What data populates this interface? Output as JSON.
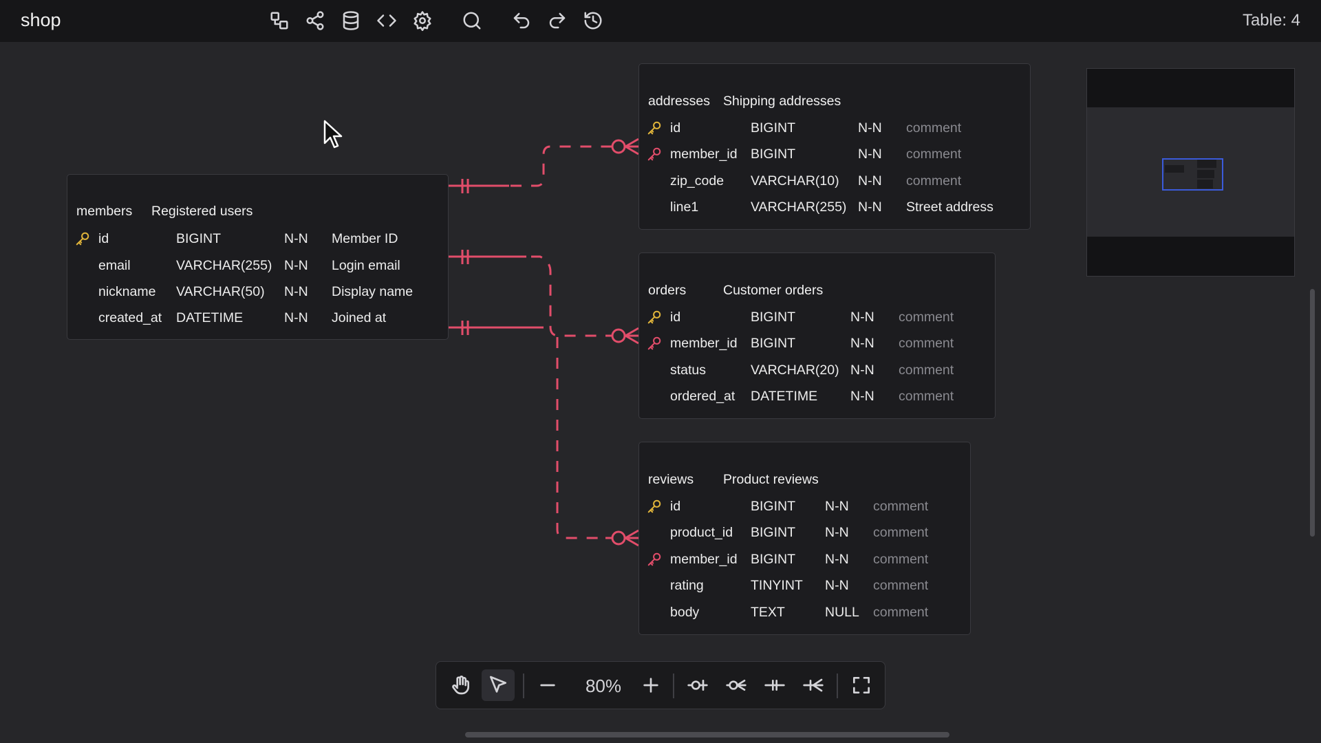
{
  "app": {
    "title": "shop",
    "table_count": "Table: 4"
  },
  "toolbar": {
    "buttons": [
      {
        "name": "auto-layout-icon"
      },
      {
        "name": "share-icon"
      },
      {
        "name": "database-icon"
      },
      {
        "name": "code-icon"
      },
      {
        "name": "settings-icon"
      },
      {
        "name": "search-icon"
      },
      {
        "name": "undo-icon"
      },
      {
        "name": "redo-icon"
      },
      {
        "name": "history-icon"
      }
    ]
  },
  "colors": {
    "pk_key": "#e0b43a",
    "fk_key": "#e24d6a",
    "relation": "#e24d6a",
    "viewport": "#3b5bdb"
  },
  "tables": {
    "members": {
      "name": "members",
      "comment": "Registered users",
      "columns": [
        {
          "key": "pk",
          "name": "id",
          "type": "BIGINT",
          "nullable": "N-N",
          "comment": "Member ID"
        },
        {
          "key": "",
          "name": "email",
          "type": "VARCHAR(255)",
          "nullable": "N-N",
          "comment": "Login email"
        },
        {
          "key": "",
          "name": "nickname",
          "type": "VARCHAR(50)",
          "nullable": "N-N",
          "comment": "Display name"
        },
        {
          "key": "",
          "name": "created_at",
          "type": "DATETIME",
          "nullable": "N-N",
          "comment": "Joined at"
        }
      ]
    },
    "addresses": {
      "name": "addresses",
      "comment": "Shipping addresses",
      "columns": [
        {
          "key": "pk",
          "name": "id",
          "type": "BIGINT",
          "nullable": "N-N",
          "comment": "comment"
        },
        {
          "key": "fk",
          "name": "member_id",
          "type": "BIGINT",
          "nullable": "N-N",
          "comment": "comment"
        },
        {
          "key": "",
          "name": "zip_code",
          "type": "VARCHAR(10)",
          "nullable": "N-N",
          "comment": "comment"
        },
        {
          "key": "",
          "name": "line1",
          "type": "VARCHAR(255)",
          "nullable": "N-N",
          "comment": "Street address"
        }
      ]
    },
    "orders": {
      "name": "orders",
      "comment": "Customer orders",
      "columns": [
        {
          "key": "pk",
          "name": "id",
          "type": "BIGINT",
          "nullable": "N-N",
          "comment": "comment"
        },
        {
          "key": "fk",
          "name": "member_id",
          "type": "BIGINT",
          "nullable": "N-N",
          "comment": "comment"
        },
        {
          "key": "",
          "name": "status",
          "type": "VARCHAR(20)",
          "nullable": "N-N",
          "comment": "comment"
        },
        {
          "key": "",
          "name": "ordered_at",
          "type": "DATETIME",
          "nullable": "N-N",
          "comment": "comment"
        }
      ]
    },
    "reviews": {
      "name": "reviews",
      "comment": "Product reviews",
      "columns": [
        {
          "key": "pk",
          "name": "id",
          "type": "BIGINT",
          "nullable": "N-N",
          "comment": "comment"
        },
        {
          "key": "",
          "name": "product_id",
          "type": "BIGINT",
          "nullable": "N-N",
          "comment": "comment"
        },
        {
          "key": "fk",
          "name": "member_id",
          "type": "BIGINT",
          "nullable": "N-N",
          "comment": "comment"
        },
        {
          "key": "",
          "name": "rating",
          "type": "TINYINT",
          "nullable": "N-N",
          "comment": "comment"
        },
        {
          "key": "",
          "name": "body",
          "type": "TEXT",
          "nullable": "NULL",
          "comment": "comment"
        }
      ]
    }
  },
  "bottom_toolbar": {
    "zoom": "80%",
    "buttons": [
      "hand-icon",
      "select-pointer-icon",
      "zoom-out-icon",
      "zoom-in-icon",
      "zero-one-icon",
      "zero-many-icon",
      "one-one-icon",
      "one-many-icon",
      "fullscreen-icon"
    ]
  }
}
